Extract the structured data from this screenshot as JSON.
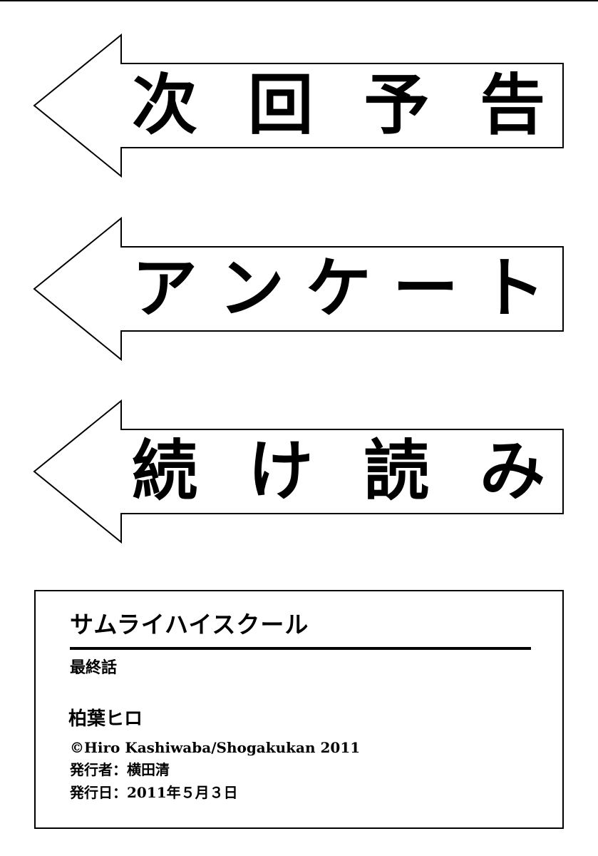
{
  "arrows": [
    {
      "chars": [
        "次",
        "回",
        "予",
        "告"
      ]
    },
    {
      "chars": [
        "ア",
        "ン",
        "ケ",
        "ー",
        "ト"
      ]
    },
    {
      "chars": [
        "続",
        "け",
        "読",
        "み"
      ]
    }
  ],
  "colophon": {
    "series_title": "サムライハイスクール",
    "chapter": "最終話",
    "author": "柏葉ヒロ",
    "copyright": "©Hiro Kashiwaba/Shogakukan 2011",
    "publisher_line": "発行者：横田清",
    "date_line": "発行日：2011年５月３日"
  },
  "colors": {
    "ink": "#000000",
    "paper": "#ffffff"
  }
}
